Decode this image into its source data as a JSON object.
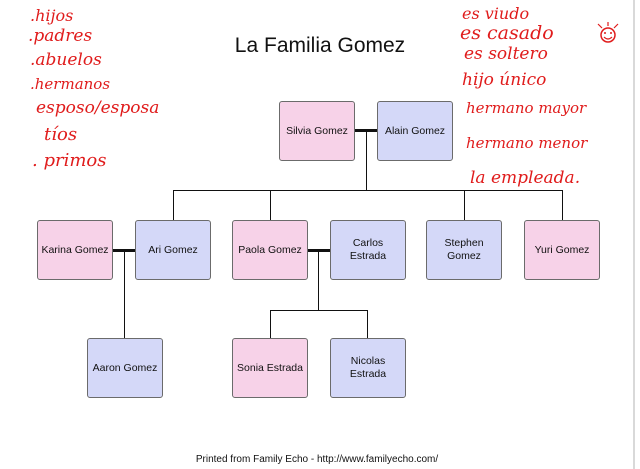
{
  "title": "La Familia Gomez",
  "footer": "Printed from Family Echo - http://www.familyecho.com/",
  "people": {
    "silvia": "Silvia Gomez",
    "alain": "Alain Gomez",
    "karina": "Karina Gomez",
    "ari": "Ari Gomez",
    "paola": "Paola Gomez",
    "carlos": "Carlos Estrada",
    "stephen": "Stephen Gomez",
    "yuri": "Yuri Gomez",
    "aaron": "Aaron Gomez",
    "sonia": "Sonia Estrada",
    "nicolas": "Nicolas Estrada"
  },
  "notes_left": [
    ".hijos",
    ".padres",
    ".abuelos",
    ".hermanos",
    "esposo/esposa",
    "tíos",
    ". primos"
  ],
  "notes_right": [
    "es viudo",
    "es casado",
    "es soltero",
    "hijo único",
    "hermano mayor",
    "hermano menor",
    "la empleada."
  ],
  "colors": {
    "female": "#f7d2e8",
    "male": "#d4d8f8",
    "annotation": "#e01c1c"
  }
}
